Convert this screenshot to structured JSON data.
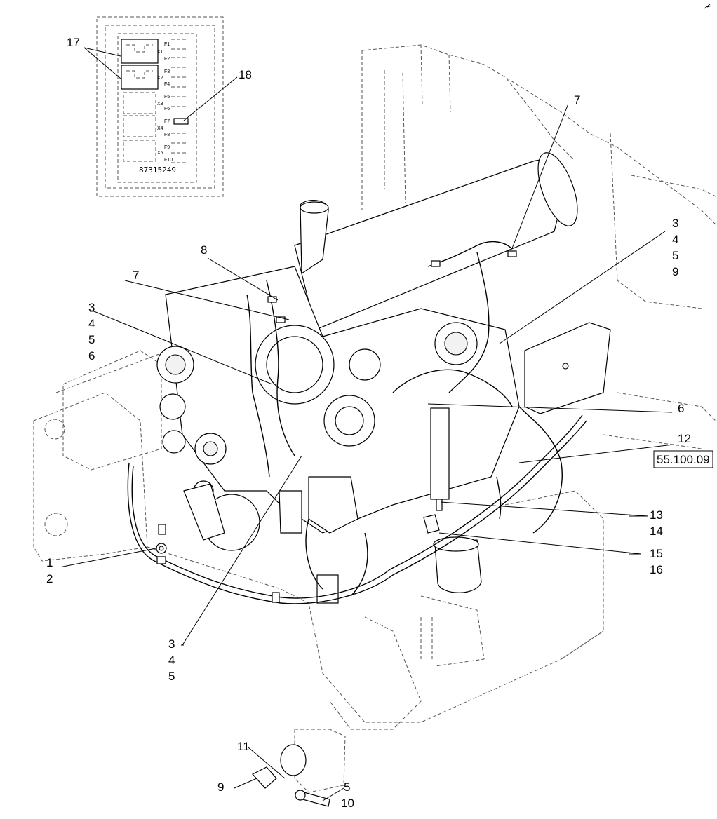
{
  "fuse_box": {
    "part_number": "87315249",
    "fuse_labels": [
      "F1",
      "F2",
      "F3",
      "F4",
      "F5",
      "F6",
      "F7",
      "F8",
      "F9",
      "F10"
    ],
    "relay_labels": [
      "X1",
      "X2",
      "X3",
      "X4",
      "X5"
    ]
  },
  "callouts": {
    "c1": "1",
    "c2": "2",
    "c3a": "3",
    "c4a": "4",
    "c5a": "5",
    "c6a": "6",
    "c3b": "3",
    "c4b": "4",
    "c5b": "5",
    "c9b": "9",
    "c3c": "3",
    "c4c": "4",
    "c5c": "5",
    "c5d": "5",
    "c10": "10",
    "c6b": "6",
    "c7a": "7",
    "c7b": "7",
    "c8": "8",
    "c9": "9",
    "c11": "11",
    "c12": "12",
    "c13": "13",
    "c14": "14",
    "c15": "15",
    "c16": "16",
    "c17": "17",
    "c18": "18"
  },
  "reference": {
    "section": "55.100.09"
  }
}
